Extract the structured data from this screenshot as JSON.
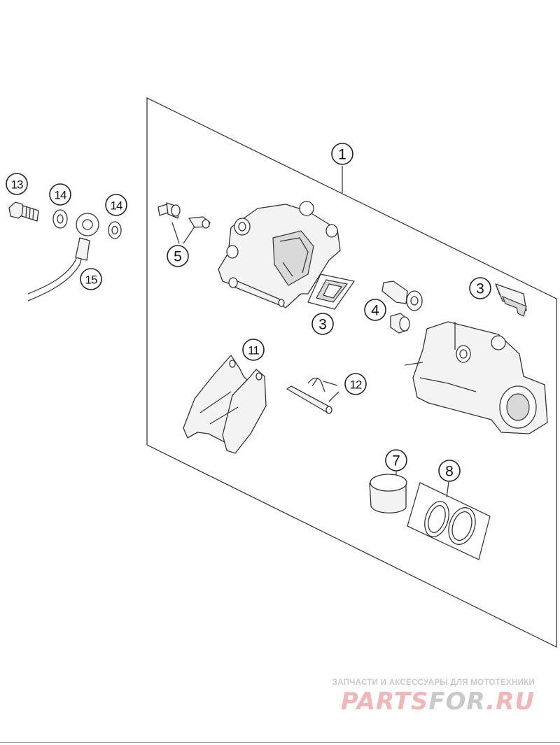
{
  "callouts": [
    {
      "id": "c1",
      "label": "1"
    },
    {
      "id": "c3a",
      "label": "3"
    },
    {
      "id": "c3b",
      "label": "3"
    },
    {
      "id": "c4",
      "label": "4"
    },
    {
      "id": "c5",
      "label": "5"
    },
    {
      "id": "c7",
      "label": "7"
    },
    {
      "id": "c8",
      "label": "8"
    },
    {
      "id": "c11",
      "label": "11"
    },
    {
      "id": "c12",
      "label": "12"
    },
    {
      "id": "c13",
      "label": "13"
    },
    {
      "id": "c14a",
      "label": "14"
    },
    {
      "id": "c14b",
      "label": "14"
    },
    {
      "id": "c15",
      "label": "15"
    }
  ],
  "watermark": {
    "tagline": "ЗАПЧАСТИ И АКСЕССУАРЫ ДЛЯ МОТОТЕХНИКИ",
    "brand_part1": "PARTS",
    "brand_part2": "FOR",
    "brand_part3": ".RU",
    "colors": {
      "brand_red": "#f2b6b6",
      "brand_grey": "#c9c9c9"
    }
  }
}
